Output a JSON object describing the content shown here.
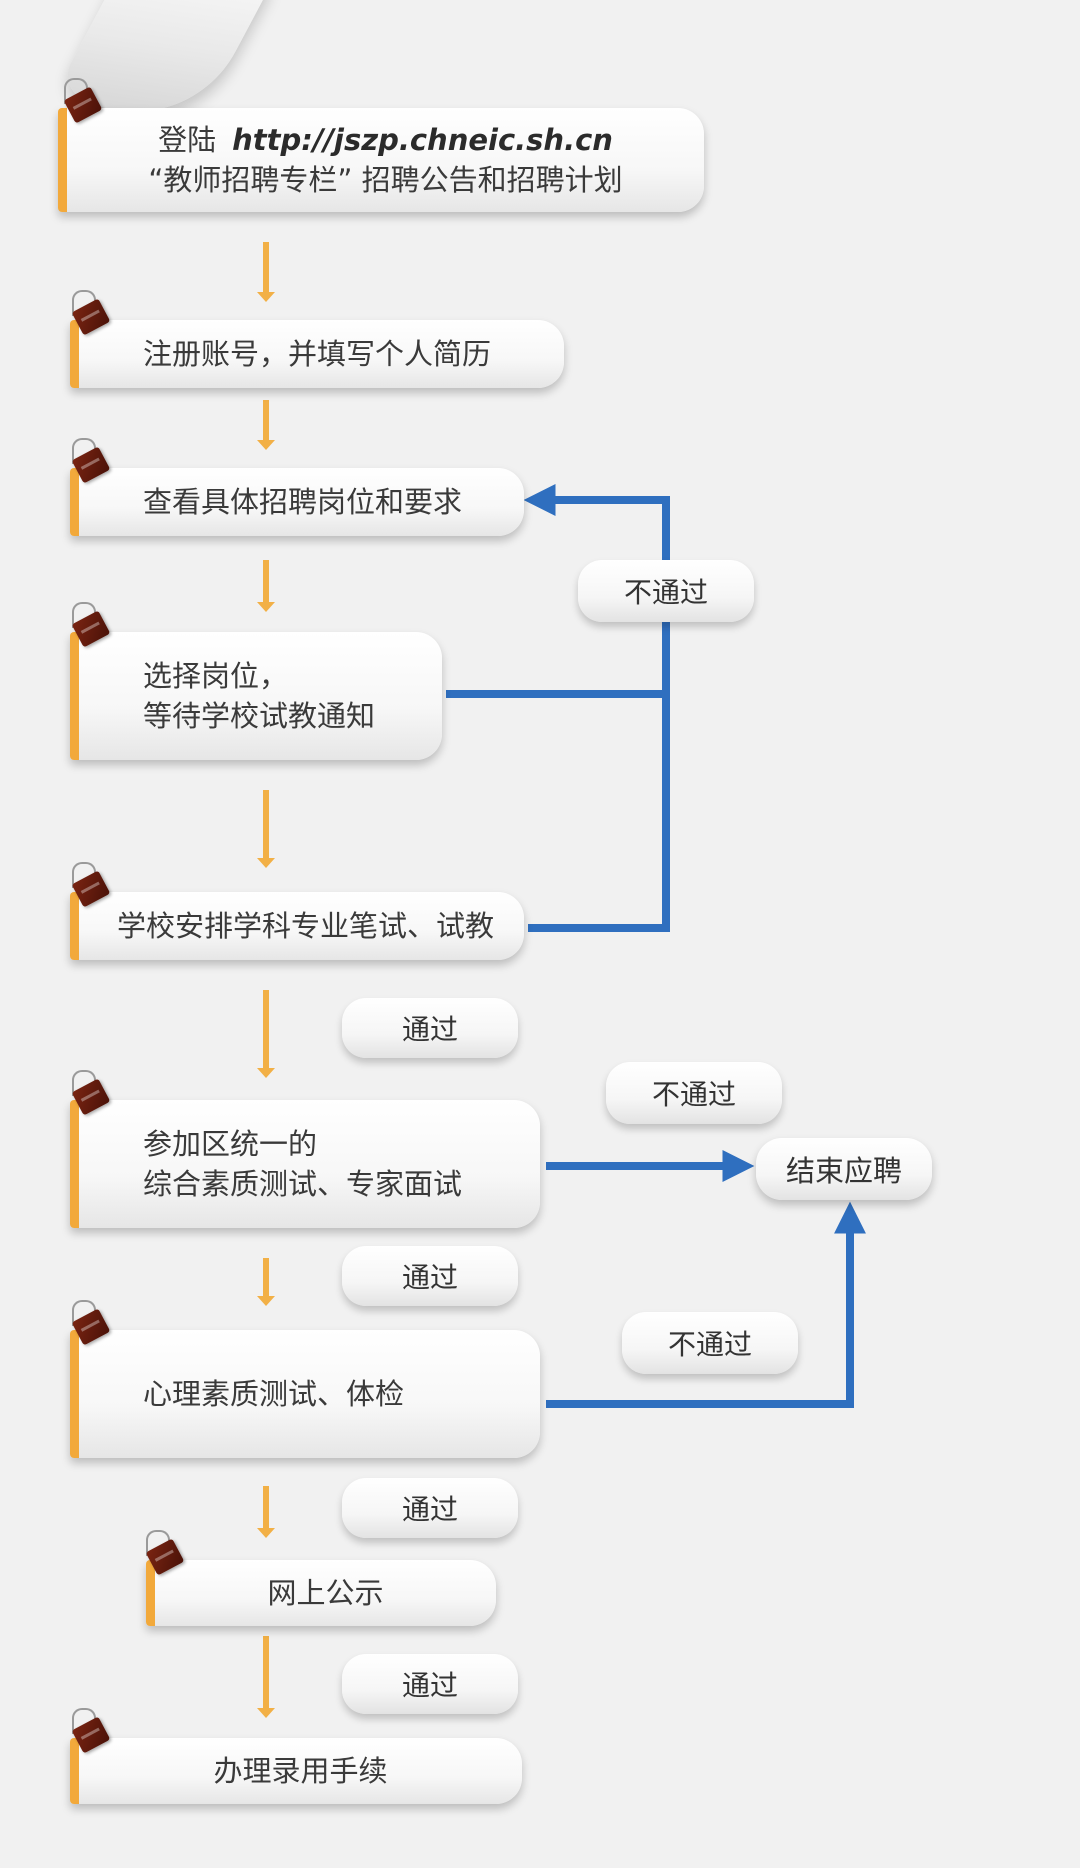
{
  "steps": [
    {
      "lines": [
        "登陆",
        "“教师招聘专栏” 招聘公告和招聘计划"
      ],
      "url": "http://jszp.chneic.sh.cn"
    },
    {
      "lines": [
        "注册账号，并填写个人简历"
      ]
    },
    {
      "lines": [
        "查看具体招聘岗位和要求"
      ]
    },
    {
      "lines": [
        "选择岗位，",
        "等待学校试教通知"
      ]
    },
    {
      "lines": [
        "学校安排学科专业笔试、试教"
      ]
    },
    {
      "lines": [
        "参加区统一的",
        "综合素质测试、专家面试"
      ]
    },
    {
      "lines": [
        "心理素质测试、体检"
      ]
    },
    {
      "lines": [
        "网上公示"
      ]
    },
    {
      "lines": [
        "办理录用手续"
      ]
    }
  ],
  "labels": {
    "pass": "通过",
    "fail": "不通过",
    "end": "结束应聘"
  },
  "colors": {
    "down_arrow": "#f2b046",
    "feedback_arrow": "#2f6fbf",
    "card_accent": "#f2a93b"
  }
}
